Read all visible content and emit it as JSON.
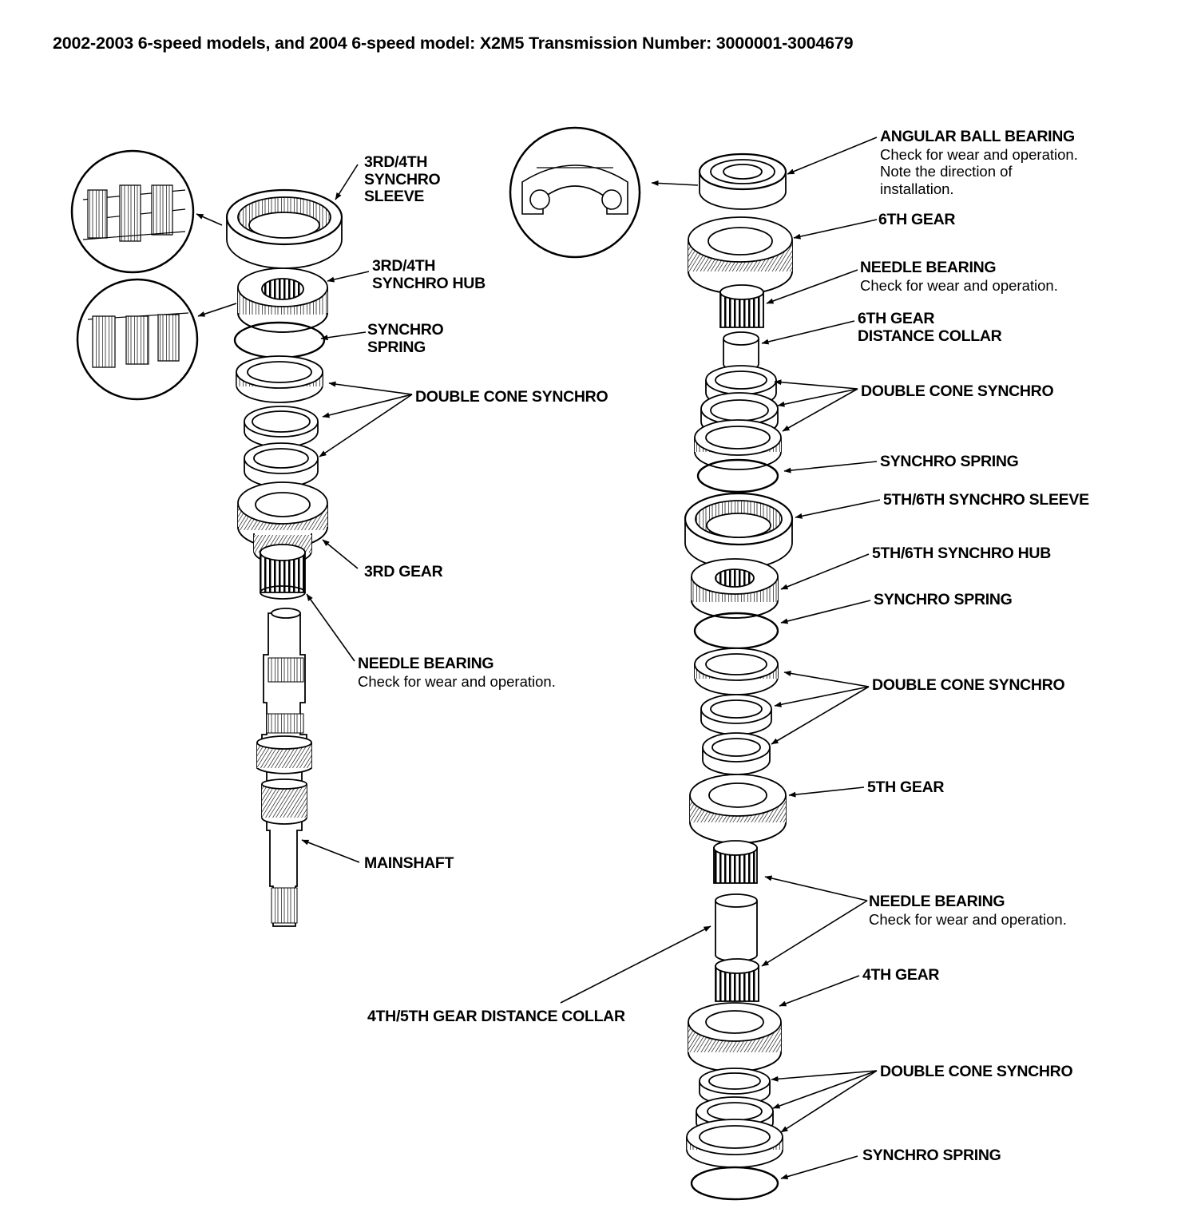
{
  "title": "2002-2003 6-speed models, and 2004 6-speed model: X2M5 Transmission Number: 3000001-3004679",
  "left_labels": {
    "sleeve": [
      "3RD/4TH",
      "SYNCHRO",
      "SLEEVE"
    ],
    "hub": [
      "3RD/4TH",
      "SYNCHRO HUB"
    ],
    "spring": [
      "SYNCHRO",
      "SPRING"
    ],
    "double_cone": "DOUBLE CONE SYNCHRO",
    "third_gear": "3RD GEAR",
    "needle_bearing": "NEEDLE BEARING",
    "needle_note": "Check for wear and operation.",
    "mainshaft": "MAINSHAFT"
  },
  "right_labels": {
    "angular_bearing": "ANGULAR BALL BEARING",
    "angular_note": [
      "Check for wear and operation.",
      "Note the direction of",
      "installation."
    ],
    "sixth_gear": "6TH GEAR",
    "needle_bearing_1": "NEEDLE BEARING",
    "needle_note_1": "Check for wear and operation.",
    "sixth_collar": [
      "6TH GEAR",
      "DISTANCE COLLAR"
    ],
    "double_cone_1": "DOUBLE CONE SYNCHRO",
    "spring_1": "SYNCHRO SPRING",
    "sleeve_56": "5TH/6TH SYNCHRO SLEEVE",
    "hub_56": "5TH/6TH SYNCHRO HUB",
    "spring_2": "SYNCHRO SPRING",
    "double_cone_2": "DOUBLE CONE SYNCHRO",
    "fifth_gear": "5TH GEAR",
    "needle_bearing_2": "NEEDLE BEARING",
    "needle_note_2": "Check for wear and operation.",
    "fourth_gear": "4TH GEAR",
    "collar_45": "4TH/5TH GEAR DISTANCE COLLAR",
    "double_cone_3": "DOUBLE CONE SYNCHRO",
    "spring_3": "SYNCHRO SPRING"
  }
}
